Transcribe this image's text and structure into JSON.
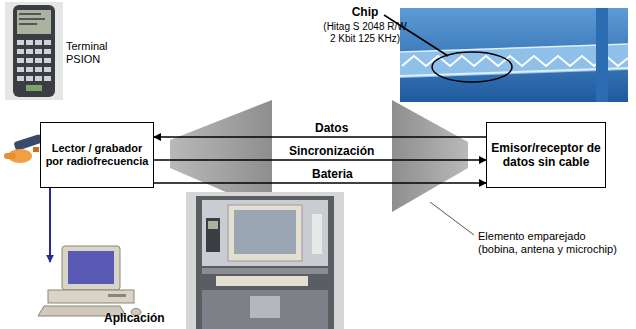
{
  "diagram": {
    "nodes": [
      {
        "text": [
          "Lector / grabador por radiofrecuencia"
        ]
      },
      {
        "text": [
          "Emisor/receptor de datos sin cable"
        ]
      }
    ],
    "edges": [
      {
        "from": 1,
        "to": 0,
        "label": "Datos",
        "arrow": "to"
      },
      {
        "from": 0,
        "to": 1,
        "label": "Sincronización",
        "arrow": "to"
      },
      {
        "from": 0,
        "to": 1,
        "label": "Bateria",
        "arrow": "to"
      }
    ],
    "labels": [
      "Terminal PSION",
      "Chip",
      "(Hitag S 2048 R/W 2 Kbit 125 KHz)",
      "Elemento emparejado (bobina, antena y microchip)",
      "Aplicación"
    ]
  }
}
